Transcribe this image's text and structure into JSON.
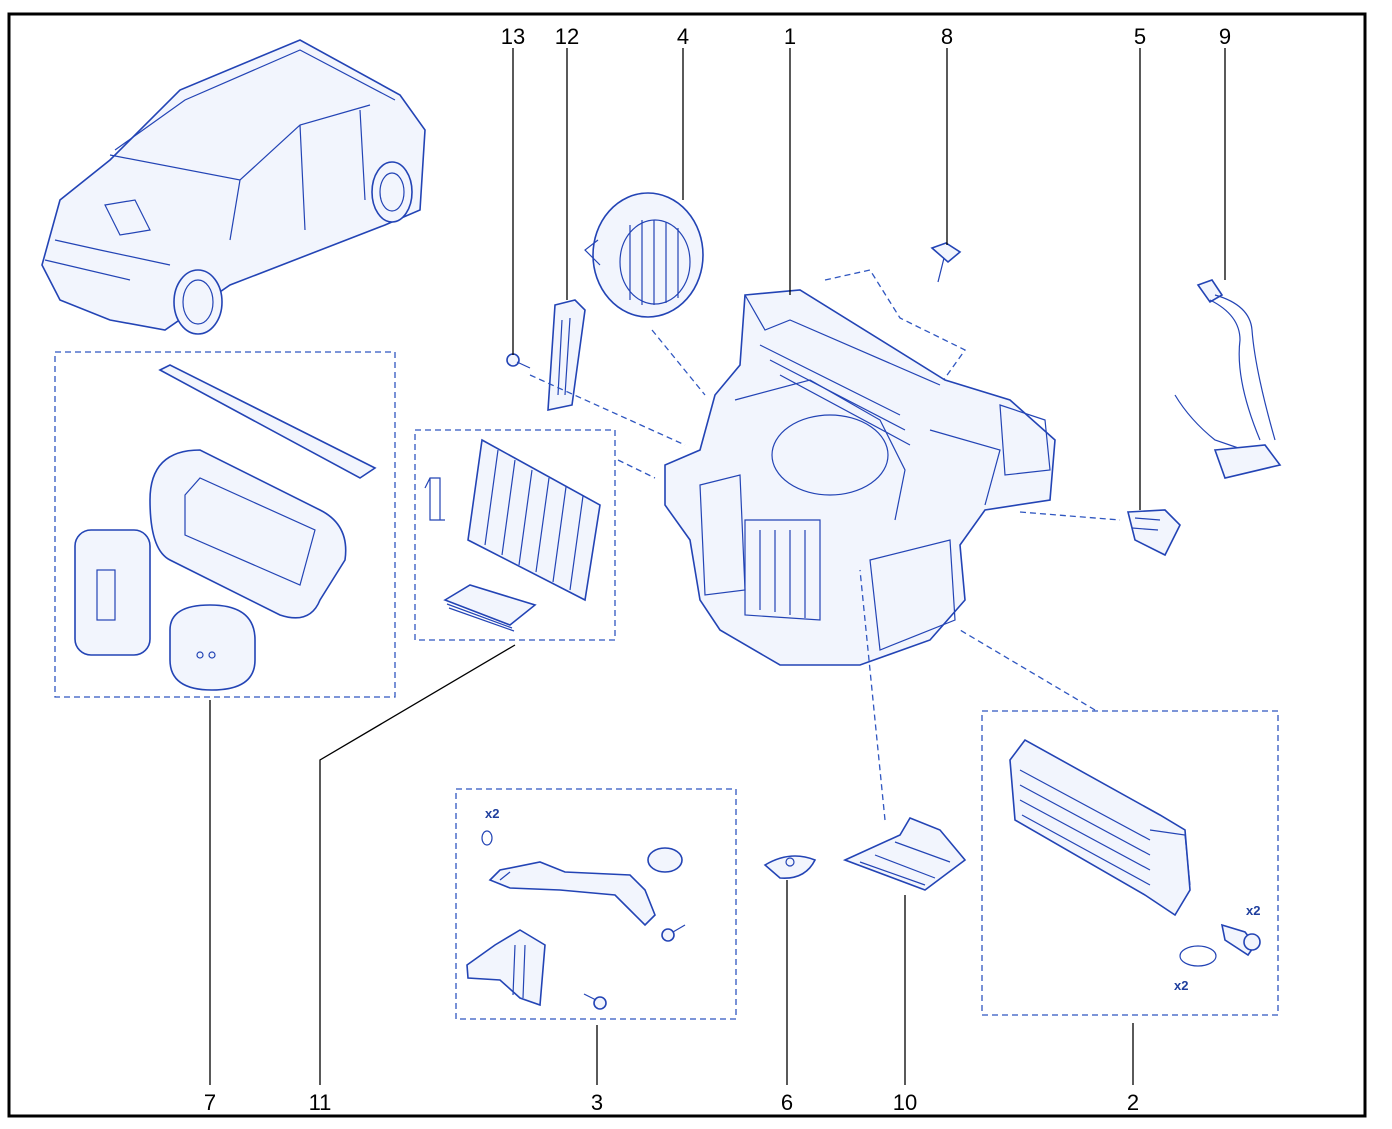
{
  "callouts": {
    "c1": "1",
    "c2": "2",
    "c3": "3",
    "c4": "4",
    "c5": "5",
    "c6": "6",
    "c7": "7",
    "c8": "8",
    "c9": "9",
    "c10": "10",
    "c11": "11",
    "c12": "12",
    "c13": "13"
  },
  "quantities": {
    "hose_seal": "x2",
    "core_bolt": "x2",
    "core_ring": "x2"
  },
  "colors": {
    "line_art": "#2344b5",
    "frame": "#000000",
    "background": "#ffffff"
  }
}
